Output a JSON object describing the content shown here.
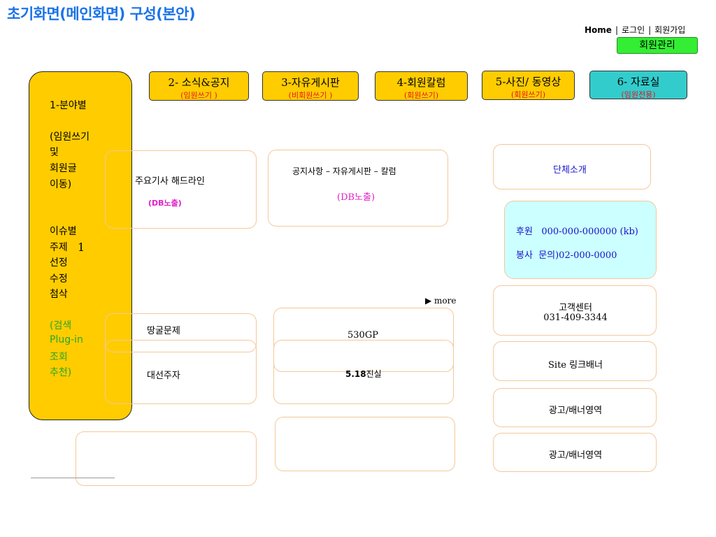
{
  "page": {
    "title": "초기화면(메인화면) 구성(본안)"
  },
  "top_links": {
    "home": "Home",
    "login": "로그인",
    "signup": "회원가입",
    "separator": "|"
  },
  "member_admin_button": "회원관리",
  "tabs": [
    {
      "label": "2- 소식&공지",
      "sub": "(임원쓰기 )"
    },
    {
      "label": "3-자유게시판",
      "sub": "(비회원쓰기 )"
    },
    {
      "label": "4-회원칼럼",
      "sub": "(회원쓰기)"
    },
    {
      "label": "5-사진/ 동영상",
      "sub": "(회원쓰기)"
    },
    {
      "label": "6- 자료실",
      "sub": "(임원전용)"
    }
  ],
  "sidebar": {
    "lines": [
      "1-분야별",
      "(임원쓰기",
      "및",
      "회원글",
      "이동)",
      "이슈별",
      "주제",
      "선정",
      "수정",
      "첨삭"
    ],
    "green_lines": [
      "(검색",
      "Plug-in",
      "조회",
      "추천)"
    ],
    "number": "1"
  },
  "content": {
    "headline_box": {
      "title": "주요기사 해드라인",
      "sub": "(DB노출)"
    },
    "notice_box": {
      "title": "공지사항 – 자유게시판 – 칼럼",
      "sub": "(DB노출)"
    },
    "more_link": "▶ more",
    "issue1": "땅굴문제",
    "issue2": "대선주자",
    "center1": "530GP",
    "center2_bold": "5.18",
    "center2_rest": "진실"
  },
  "right": {
    "intro": "단체소개",
    "sponsor": {
      "line1_label": "후원",
      "line1_value": "000-000-000000 (kb)",
      "line2_label": "봉사",
      "line2_value": "문의)02-000-0000"
    },
    "customer_center": {
      "title": "고객센터",
      "phone": "031-409-3344"
    },
    "site_banner": "Site 링크배너",
    "ad1": "광고/배너영역",
    "ad2": "광고/배너영역"
  }
}
